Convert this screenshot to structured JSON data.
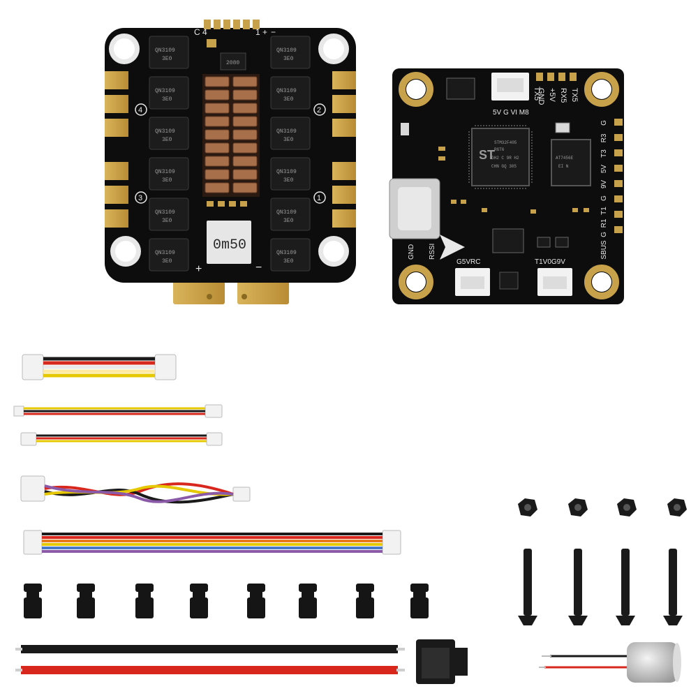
{
  "esc_board": {
    "top_labels": [
      "C",
      "4",
      "1",
      "+",
      "−"
    ],
    "motor_markers": [
      "4",
      "2",
      "3",
      "1"
    ],
    "mosfet_text": [
      "QN3109",
      "3E0"
    ],
    "shunt_label": "0m50",
    "pad_plus": "+",
    "pad_minus": "−",
    "small_chip_text": "2080"
  },
  "fc_board": {
    "top_connector_label": "5V G VI M8",
    "right_top_pads": [
      "TX5",
      "RX5",
      "+5V",
      "GND"
    ],
    "right_side_pads": [
      "G",
      "R3",
      "T3",
      "5V",
      "9V",
      "G",
      "T1",
      "R1",
      "G",
      "SBUS"
    ],
    "mcu_text": [
      "STM32F405",
      "RGT6",
      "GH2 C  9R  H2",
      "CHN  GQ 305"
    ],
    "imu_text": [
      "AT7456E",
      "EI N"
    ],
    "bottom_left_connector_label": "G5VRC",
    "bottom_right_connector_label": "T1V0G9V",
    "side_labels": [
      "GND",
      "RSSI"
    ],
    "logo": "ST"
  },
  "colors": {
    "pcb": "#0d0d0d",
    "gold": "#c8a24a",
    "copper": "#a8704a",
    "wire_red": "#d8281e",
    "wire_black": "#1a1a1a",
    "wire_yellow": "#e6c800",
    "wire_orange": "#e87a1e",
    "wire_blue": "#4a78c8",
    "wire_purple": "#8a5aa8",
    "connector": "#f2f2f2"
  }
}
